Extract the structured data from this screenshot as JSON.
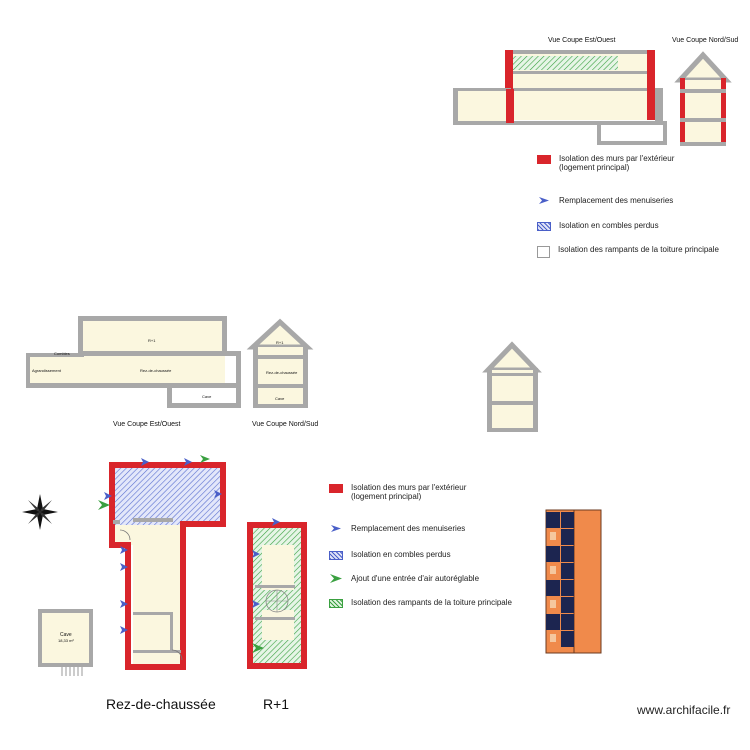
{
  "sections": {
    "top_coupe_ew": "Vue Coupe Est/Ouest",
    "top_coupe_ns": "Vue Coupe Nord/Sud",
    "mid_coupe_ew": "Vue Coupe Est/Ouest",
    "mid_coupe_ns": "Vue Coupe Nord/Sud",
    "ground_floor": "Rez-de-chaussée",
    "first_floor": "R+1"
  },
  "rooms": {
    "agrandissement": "Agrandissement",
    "rez_de_chaussee": "Rez-de-chaussée",
    "r1": "R+1",
    "combles": "Combles",
    "cave": "Cave",
    "cave_area": "18,33 m²"
  },
  "legend_top": [
    {
      "swatch": "red",
      "text": "Isolation des murs par l'extérieur\n(logement principal)"
    },
    {
      "swatch": "arrow",
      "text": "Remplacement des menuiseries"
    },
    {
      "swatch": "hatch",
      "text": "Isolation en combles perdus"
    },
    {
      "swatch": "empty",
      "text": "Isolation des rampants de la toiture principale"
    }
  ],
  "legend_bottom": [
    {
      "swatch": "red",
      "text": "Isolation des murs par l'extérieur\n(logement principal)"
    },
    {
      "swatch": "arrow",
      "text": "Remplacement des menuiseries"
    },
    {
      "swatch": "hatch",
      "text": "Isolation en combles perdus"
    },
    {
      "swatch": "green-arrow",
      "text": "Ajout d'une entrée d'air autoréglable"
    },
    {
      "swatch": "green",
      "text": "Isolation des rampants de la toiture principale"
    }
  ],
  "watermark": "www.archifacile.fr",
  "colors": {
    "wall": "#a8a8a8",
    "wall_insulated": "#d9252b",
    "floor": "#fbf7df",
    "window_arrow": "#4a5fc8",
    "air_inlet": "#3aa040",
    "facade": "#f08a4b",
    "facade_window": "#1c2550"
  }
}
